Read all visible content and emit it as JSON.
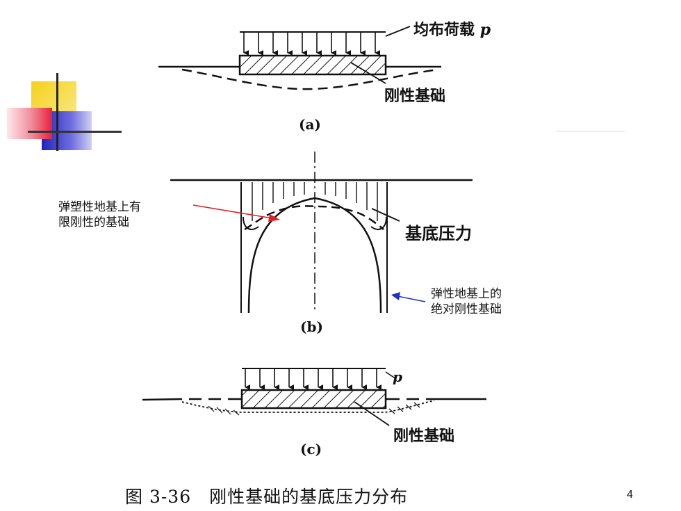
{
  "slide": {
    "page_number": "4",
    "caption": "图 3-36　刚性基础的基底压力分布"
  },
  "diagram": {
    "a": {
      "load_label": "均布荷载",
      "load_symbol": "p",
      "foundation_label": "刚性基础",
      "sublabel": "(a)"
    },
    "b": {
      "pressure_label": "基底压力",
      "note_left_line1": "弹塑性地基上有",
      "note_left_line2": "限刚性的基础",
      "note_right_line1": "弹性地基上的",
      "note_right_line2": "绝对刚性基础",
      "sublabel": "(b)"
    },
    "c": {
      "load_symbol": "p",
      "foundation_label": "刚性基础",
      "sublabel": "(c)"
    }
  },
  "colors": {
    "accent_yellow": "#f4d000",
    "accent_red": "#e8203a",
    "accent_blue": "#2c2ccc",
    "arrow_red": "#e41e26",
    "arrow_blue": "#1f2fc8"
  }
}
